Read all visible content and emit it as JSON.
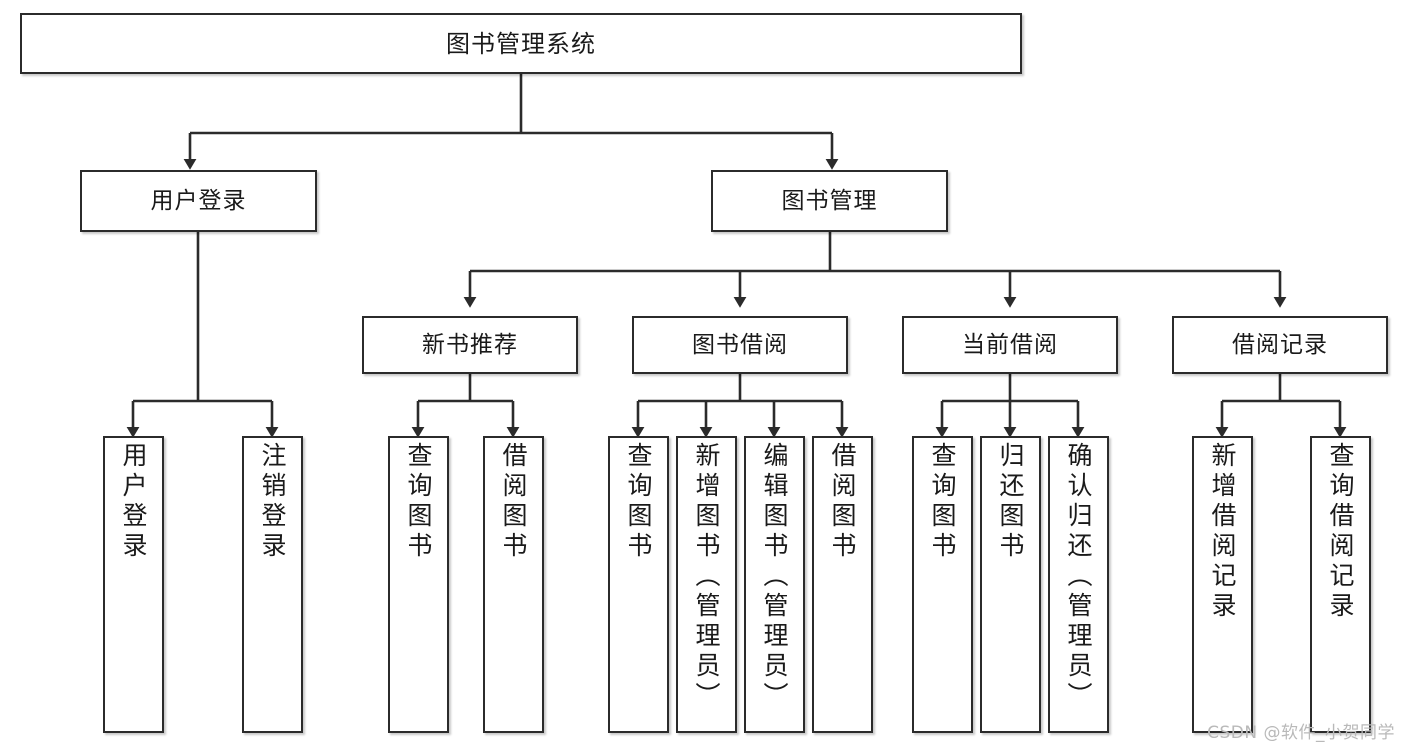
{
  "diagram": {
    "title": "图书管理系统",
    "type": "tree-hierarchy",
    "watermark": "CSDN @软件_小贺同学",
    "colors": {
      "node_border": "#2b2b2b",
      "node_fill": "#ffffff",
      "edge": "#2b2b2b",
      "text": "#1a1a1a",
      "watermark": "#b9b9b9",
      "background": "#ffffff"
    },
    "nodes": {
      "root": {
        "label": "图书管理系统"
      },
      "level1": [
        {
          "id": "user-login",
          "label": "用户登录"
        },
        {
          "id": "book-manage",
          "label": "图书管理"
        }
      ],
      "level2": [
        {
          "id": "new-book-recommend",
          "label": "新书推荐"
        },
        {
          "id": "book-borrow",
          "label": "图书借阅"
        },
        {
          "id": "current-borrow",
          "label": "当前借阅"
        },
        {
          "id": "borrow-record",
          "label": "借阅记录"
        }
      ],
      "leaves": [
        {
          "id": "leaf-user-login",
          "label": "用户登录",
          "parent": "user-login"
        },
        {
          "id": "leaf-logout-login",
          "label": "注销登录",
          "parent": "user-login"
        },
        {
          "id": "leaf-query-book-1",
          "label": "查询图书",
          "parent": "new-book-recommend"
        },
        {
          "id": "leaf-borrow-book-1",
          "label": "借阅图书",
          "parent": "new-book-recommend"
        },
        {
          "id": "leaf-query-book-2",
          "label": "查询图书",
          "parent": "book-borrow"
        },
        {
          "id": "leaf-add-book",
          "label": "新增图书（管理员）",
          "parent": "book-borrow"
        },
        {
          "id": "leaf-edit-book",
          "label": "编辑图书（管理员）",
          "parent": "book-borrow"
        },
        {
          "id": "leaf-borrow-book-2",
          "label": "借阅图书",
          "parent": "book-borrow"
        },
        {
          "id": "leaf-query-book-3",
          "label": "查询图书",
          "parent": "current-borrow"
        },
        {
          "id": "leaf-return-book",
          "label": "归还图书",
          "parent": "current-borrow"
        },
        {
          "id": "leaf-confirm-return",
          "label": "确认归还（管理员）",
          "parent": "current-borrow"
        },
        {
          "id": "leaf-add-record",
          "label": "新增借阅记录",
          "parent": "borrow-record"
        },
        {
          "id": "leaf-query-record",
          "label": "查询借阅记录",
          "parent": "borrow-record"
        }
      ]
    }
  }
}
